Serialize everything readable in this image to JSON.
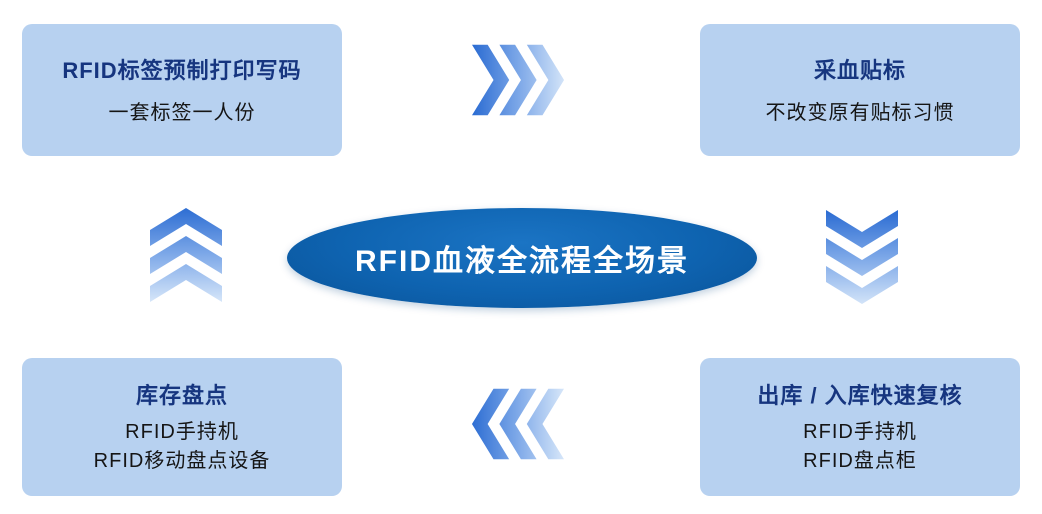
{
  "diagram": {
    "center": {
      "label": "RFID血液全流程全场景"
    },
    "boxes": {
      "top_left": {
        "title": "RFID标签预制打印写码",
        "lines": [
          "一套标签一人份"
        ]
      },
      "top_right": {
        "title": "采血贴标",
        "lines": [
          "不改变原有贴标习惯"
        ]
      },
      "bottom_left": {
        "title": "库存盘点",
        "lines": [
          "RFID手持机",
          "RFID移动盘点设备"
        ]
      },
      "bottom_right": {
        "title": "出库 / 入库快速复核",
        "lines": [
          "RFID手持机",
          "RFID盘点柜"
        ]
      }
    },
    "arrows": [
      {
        "icon": "chevrons-right-icon",
        "direction": "right"
      },
      {
        "icon": "chevrons-down-icon",
        "direction": "down"
      },
      {
        "icon": "chevrons-left-icon",
        "direction": "left"
      },
      {
        "icon": "chevrons-up-icon",
        "direction": "up"
      }
    ],
    "colors": {
      "box_bg": "#b7d1f0",
      "title_text": "#16357f",
      "body_text": "#151515",
      "ellipse_fill": "#0e63b0",
      "ellipse_text": "#ffffff",
      "arrow_dark": "#2a6bd2",
      "arrow_light": "#d6e6f9"
    }
  }
}
